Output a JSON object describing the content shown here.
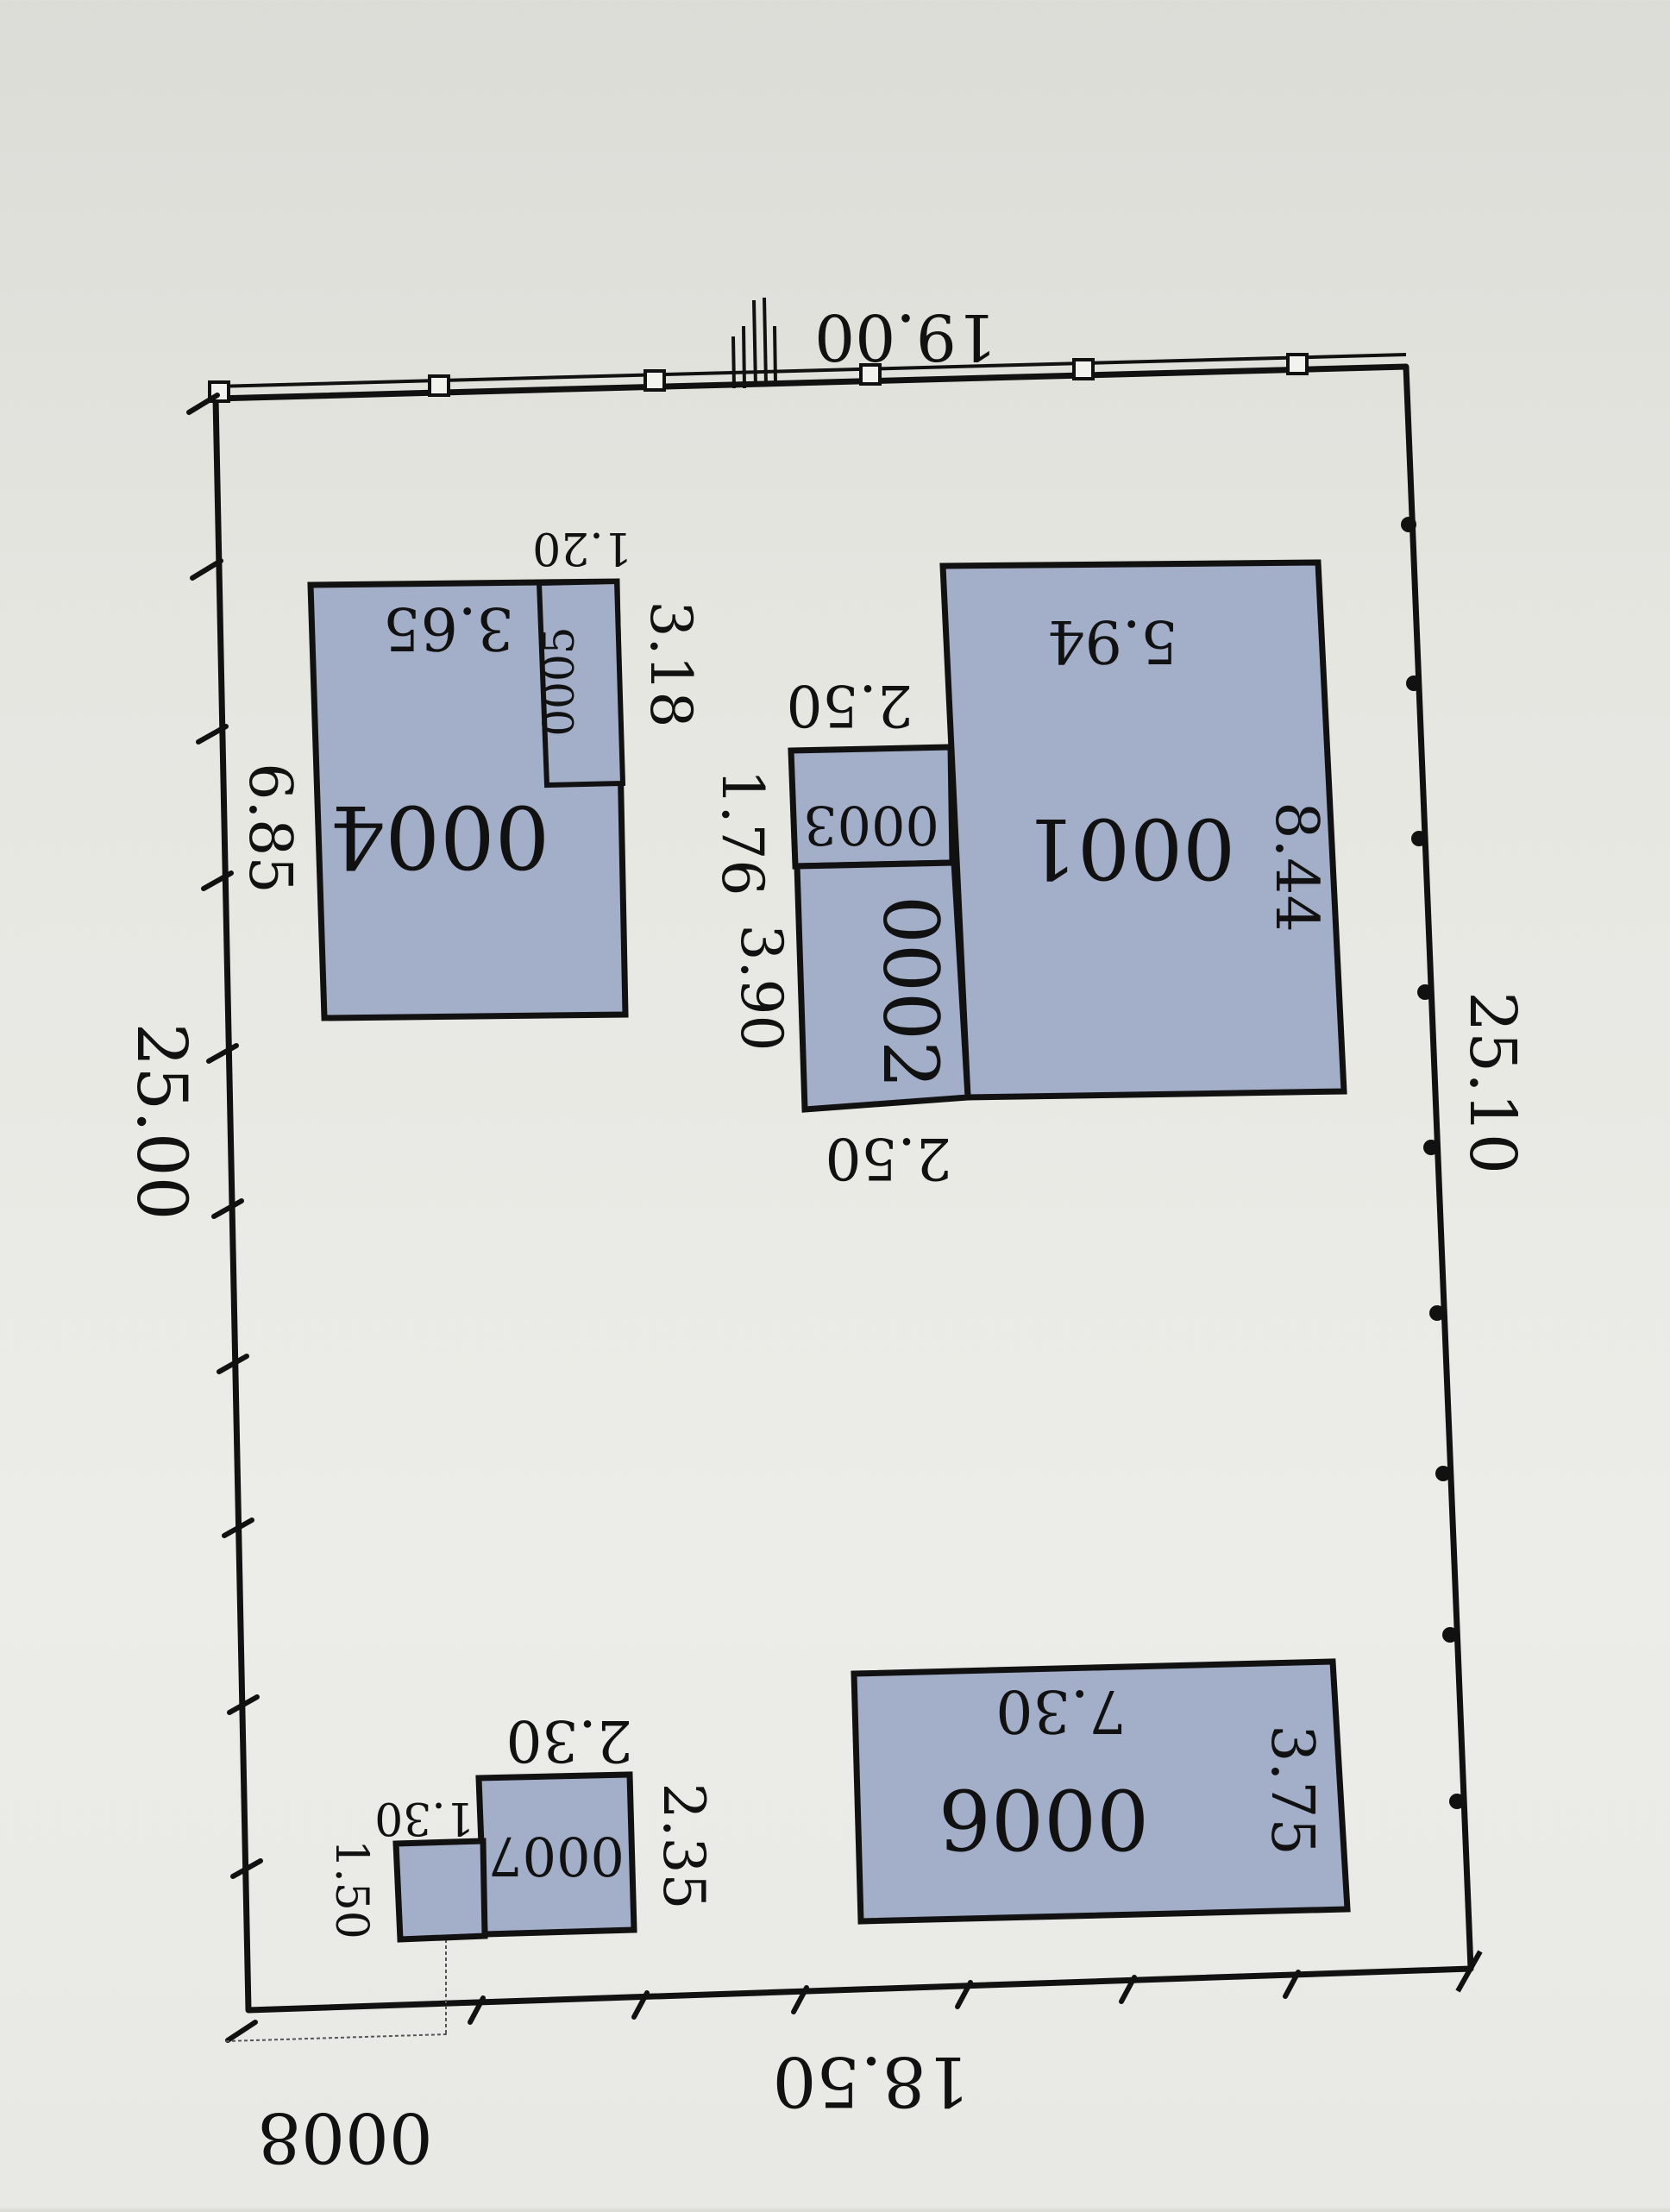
{
  "plot": {
    "dimensions": {
      "top": "19.00",
      "right": "25.10",
      "bottom": "18.50",
      "left": "25.00"
    },
    "colors": {
      "building_fill": "#a3aec9",
      "line": "#111111",
      "paper": "#e6e6e1"
    }
  },
  "buildings": {
    "b0001": {
      "id": "0001",
      "width": "5.94",
      "height": "8.44"
    },
    "b0002": {
      "id": "0002",
      "width": "2.50",
      "height": "3.90"
    },
    "b0003": {
      "id": "0003",
      "width": "2.50",
      "height": "1.76"
    },
    "b0004": {
      "id": "0004",
      "width": "3.65",
      "height": "6.85"
    },
    "b0005": {
      "id": "0005",
      "width": "1.20",
      "height": "3.18"
    },
    "b0006": {
      "id": "0006",
      "width": "7.30",
      "height": "3.75"
    },
    "b0007": {
      "id": "0007",
      "width": "2.30",
      "height": "2.35"
    },
    "b0008": {
      "id": "0008",
      "width": "1.30",
      "height": "1.50"
    }
  }
}
